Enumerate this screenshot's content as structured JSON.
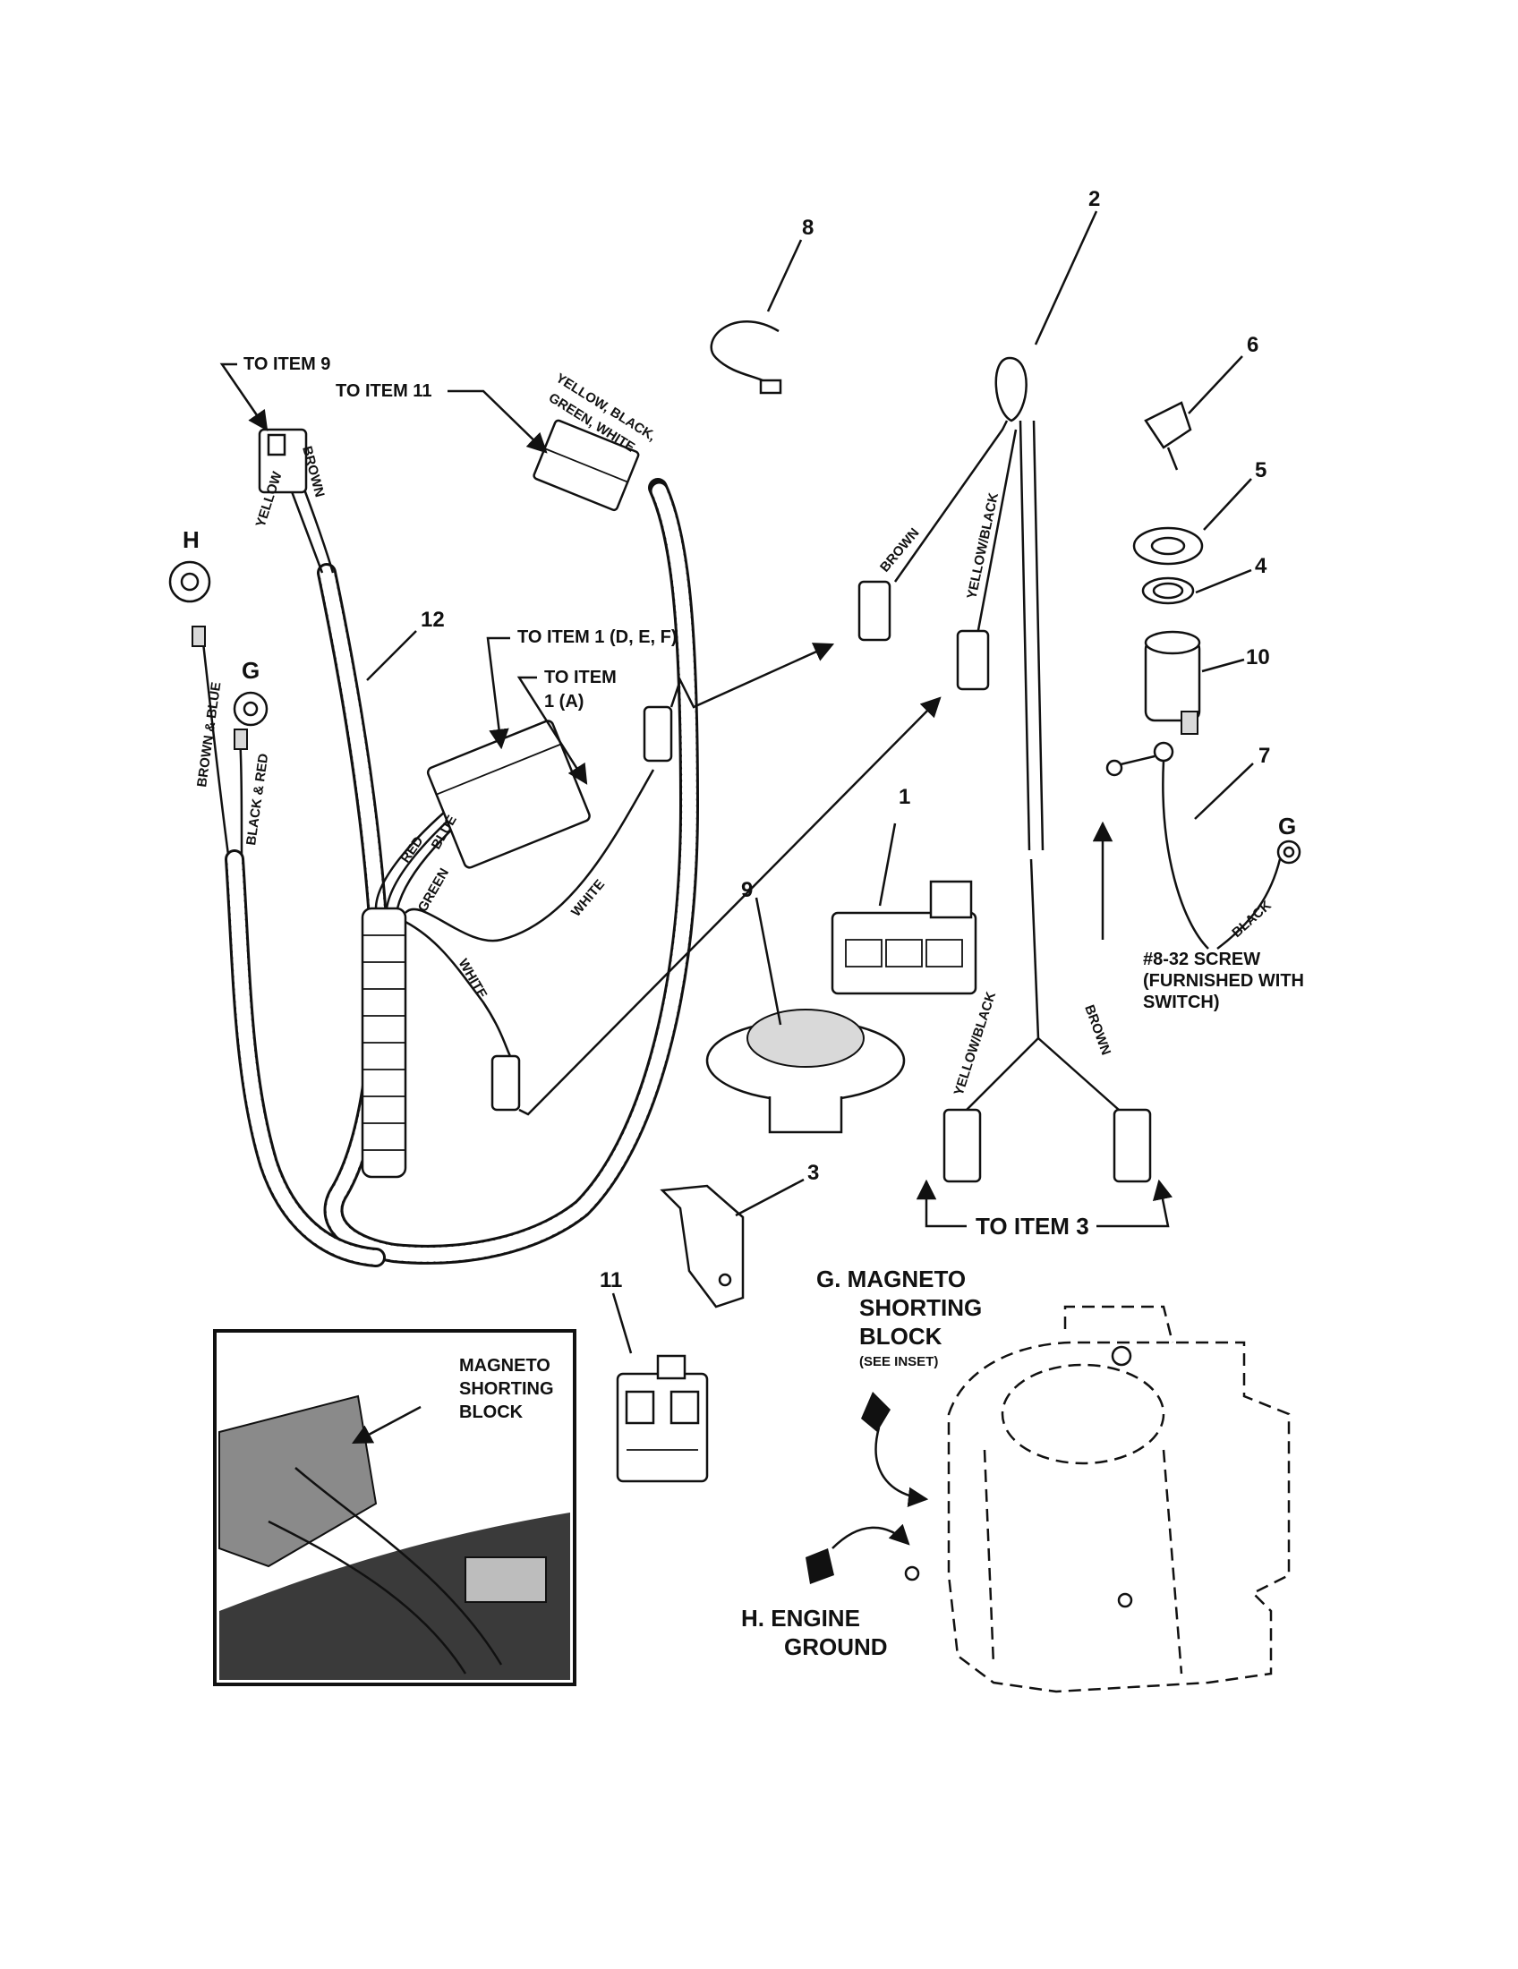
{
  "colors": {
    "ink": "#111111",
    "paper": "#ffffff"
  },
  "item_numbers": {
    "n1": "1",
    "n2": "2",
    "n3": "3",
    "n4": "4",
    "n5": "5",
    "n6": "6",
    "n7": "7",
    "n8": "8",
    "n9": "9",
    "n10": "10",
    "n11": "11",
    "n12": "12"
  },
  "callouts": {
    "to_item_9": "TO ITEM 9",
    "to_item_11": "TO ITEM 11",
    "to_item_1_def": "TO ITEM 1 (D, E, F)",
    "to_item_1a_line1": "TO ITEM",
    "to_item_1a_line2": "1 (A)",
    "to_item_3": "TO ITEM 3",
    "screw_line1": "#8-32 SCREW",
    "screw_line2": "(FURNISHED WITH",
    "screw_line3": "SWITCH)"
  },
  "wire_labels": {
    "yellow": "YELLOW",
    "brown": "BROWN",
    "ybgw_line1": "YELLOW, BLACK,",
    "ybgw_line2": "GREEN,  WHITE",
    "brown_blue": "BROWN & BLUE",
    "black_red": "BLACK & RED",
    "red": "RED",
    "blue": "BLUE",
    "green": "GREEN",
    "white": "WHITE",
    "yellow_black": "YELLOW/BLACK",
    "black": "BLACK"
  },
  "terminals": {
    "h": "H",
    "g": "G"
  },
  "inset": {
    "line1": "MAGNETO",
    "line2": "SHORTING",
    "line3": "BLOCK"
  },
  "engine": {
    "g_line1": "G. MAGNETO",
    "g_line2": "SHORTING",
    "g_line3": "BLOCK",
    "g_line4": "(SEE INSET)",
    "h_line1": "H. ENGINE",
    "h_line2": "GROUND"
  }
}
